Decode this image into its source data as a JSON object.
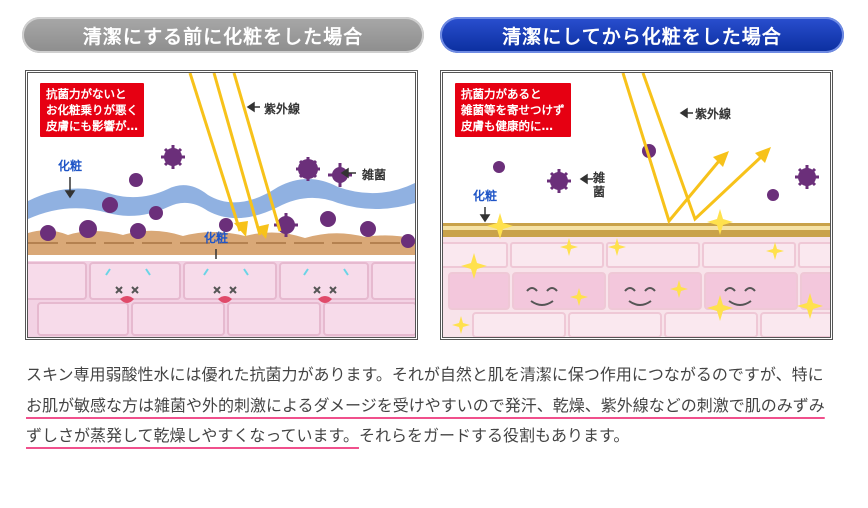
{
  "header_left": "清潔にする前に化粧をした場合",
  "header_right": "清潔にしてから化粧をした場合",
  "left_panel": {
    "callout": "抗菌力がないと\nお化粧乗りが悪く\n皮膚にも影響が…",
    "uv_label": "紫外線",
    "makeup_label": "化粧",
    "makeup_label_2": "化粧",
    "germs_label": "雑菌"
  },
  "right_panel": {
    "callout": "抗菌力があると\n雑菌等を寄せつけず\n皮膚も健康的に…",
    "uv_label": "紫外線",
    "makeup_label": "化粧",
    "germs_label": "雑菌"
  },
  "paragraph": {
    "part1": "スキン専用弱酸性水には優れた抗菌力があります。それが自然と肌を清潔に保つ作用につながるのですが、特に",
    "underlined": "お肌が敏感な方は雑菌や外的刺激によるダメージを受けやすいので発汗、乾燥、紫外線などの刺激で肌のみずみずしさが蒸発して乾燥しやすくなっています。",
    "part2": "それらをガードする役割もあります。"
  },
  "colors": {
    "header_left": "#999999",
    "header_right": "#0d34a8",
    "callout": "#e60012",
    "underline": "#f0508c",
    "uv_arrow": "#f7c21a"
  }
}
